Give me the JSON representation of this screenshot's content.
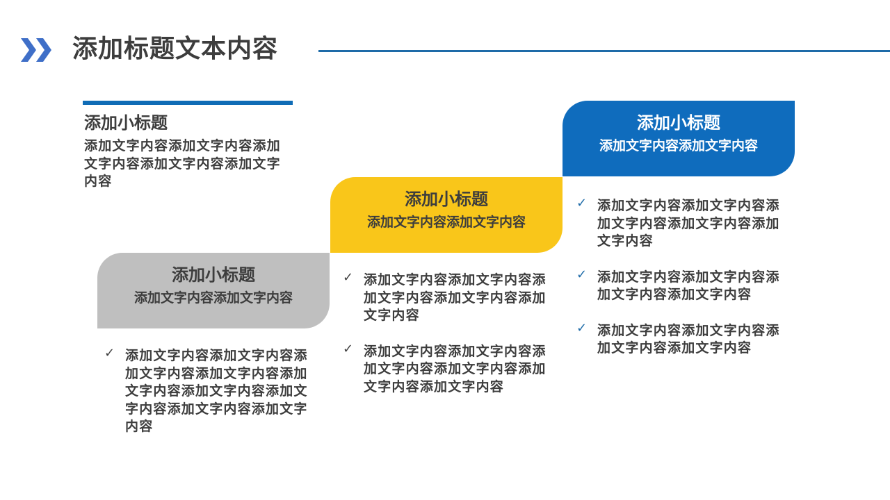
{
  "header": {
    "icon": "double-chevron-right-icon",
    "title": "添加标题文本内容",
    "accent_color": "#3f6fc8",
    "line_color": "#1e6ba8"
  },
  "intro": {
    "title": "添加小标题",
    "text": "添加文字内容添加文字内容添加文字内容添加文字内容添加文字内容"
  },
  "steps": [
    {
      "color": "#bfbfbf",
      "title": "添加小标题",
      "subtitle": "添加文字内容添加文字内容",
      "items": [
        "添加文字内容添加文字内容添加文字内容添加文字内容添加文字内容添加文字内容添加文字内容添加文字内容添加文字内容"
      ]
    },
    {
      "color": "#f9c61a",
      "title": "添加小标题",
      "subtitle": "添加文字内容添加文字内容",
      "items": [
        "添加文字内容添加文字内容添加文字内容添加文字内容添加文字内容",
        "添加文字内容添加文字内容添加文字内容添加文字内容添加文字内容添加文字内容"
      ]
    },
    {
      "color": "#0f6cbd",
      "title": "添加小标题",
      "subtitle": "添加文字内容添加文字内容",
      "items": [
        "添加文字内容添加文字内容添加文字内容添加文字内容添加文字内容",
        "添加文字内容添加文字内容添加文字内容添加文字内容",
        "添加文字内容添加文字内容添加文字内容添加文字内容"
      ]
    }
  ],
  "check_icon": "✓"
}
